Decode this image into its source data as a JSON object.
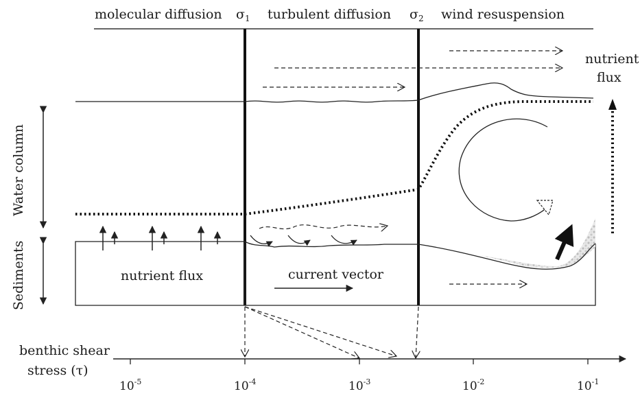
{
  "zones": {
    "molecular": "molecular diffusion",
    "turbulent": "turbulent diffusion",
    "wind": "wind resuspension"
  },
  "thresholds": {
    "s1_base": "σ",
    "s1_sub": "1",
    "s2_base": "σ",
    "s2_sub": "2"
  },
  "side_labels": {
    "water_column": "Water column",
    "sediments": "Sediments"
  },
  "in_diagram": {
    "nutrient_flux_sediment": "nutrient flux",
    "current_vector": "current vector",
    "nutrient_flux_top_line1": "nutrient",
    "nutrient_flux_top_line2": "flux"
  },
  "axis": {
    "title_line1": "benthic shear",
    "title_line2": "stress (τ)",
    "ticks": [
      {
        "base": "10",
        "exp": "-5"
      },
      {
        "base": "10",
        "exp": "-4"
      },
      {
        "base": "10",
        "exp": "-3"
      },
      {
        "base": "10",
        "exp": "-2"
      },
      {
        "base": "10",
        "exp": "-1"
      }
    ]
  }
}
